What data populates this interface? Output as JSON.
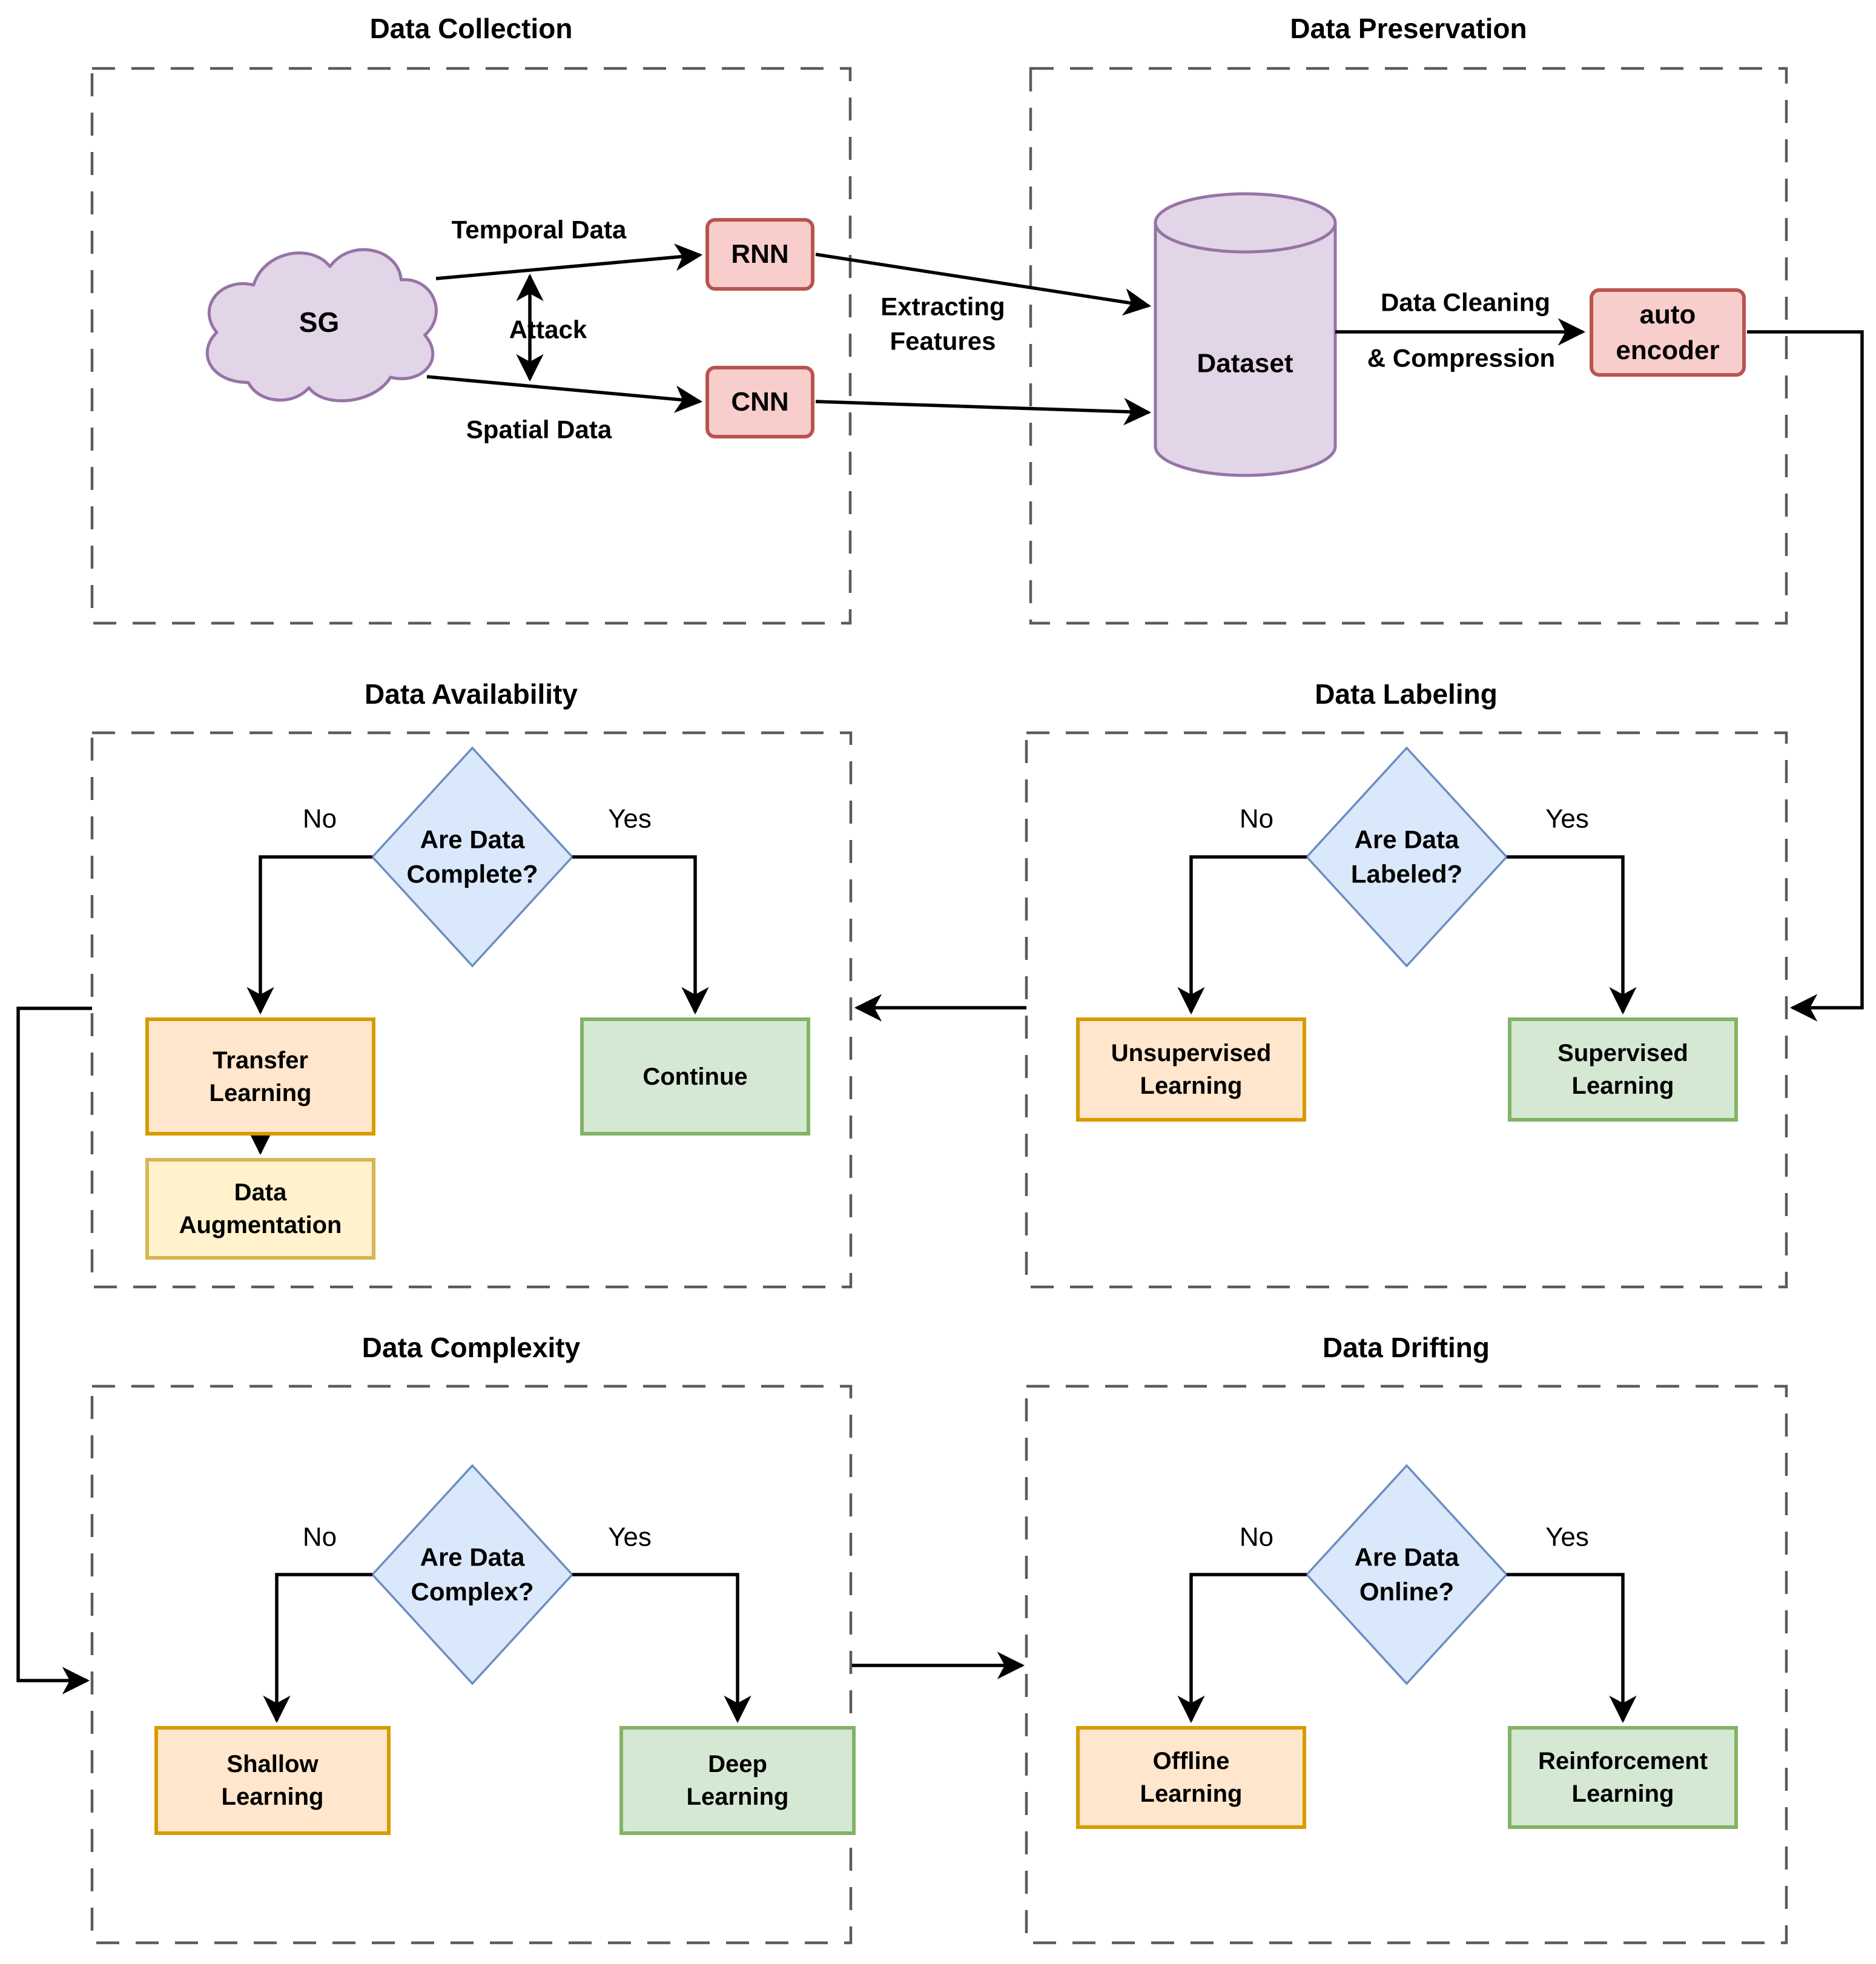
{
  "colors": {
    "purple-fill": "#E1D5E7",
    "purple-stroke": "#9673A6",
    "pink-fill": "#F8CECC",
    "pink-stroke": "#B85450",
    "blue-fill": "#DAE8FC",
    "blue-stroke": "#6C8EBF",
    "orange-fill": "#FFE6CC",
    "orange-stroke": "#D79B00",
    "yellow-fill": "#FFF2CC",
    "yellow-stroke": "#D6B656",
    "green-fill": "#D5E8D4",
    "green-stroke": "#82B366",
    "line": "#000000",
    "dashed-border": "#5b5b5b"
  },
  "branch_labels": {
    "no": "No",
    "yes": "Yes"
  },
  "flow": {
    "extracting_features": "Extracting Features"
  },
  "sections": {
    "data_collection": {
      "title": "Data Collection",
      "nodes": {
        "sg": "SG",
        "rnn": "RNN",
        "cnn": "CNN"
      },
      "edge_labels": {
        "temporal": "Temporal Data",
        "attack": "Attack",
        "spatial": "Spatial Data"
      }
    },
    "data_preservation": {
      "title": "Data Preservation",
      "nodes": {
        "dataset": "Dataset",
        "auto_encoder": "auto encoder"
      },
      "edge_labels": {
        "cleaning_line1": "Data Cleaning",
        "cleaning_line2": "& Compression"
      }
    },
    "data_availability": {
      "title": "Data Availability",
      "decision": "Are Data Complete?",
      "no_box": "Transfer Learning",
      "yes_box": "Continue",
      "extra_box": "Data Augmentation"
    },
    "data_labeling": {
      "title": "Data Labeling",
      "decision": "Are Data Labeled?",
      "no_box": "Unsupervised Learning",
      "yes_box": "Supervised Learning"
    },
    "data_complexity": {
      "title": "Data Complexity",
      "decision": "Are Data Complex?",
      "no_box": "Shallow Learning",
      "yes_box": "Deep Learning"
    },
    "data_drifting": {
      "title": "Data Drifting",
      "decision": "Are Data Online?",
      "no_box": "Offline Learning",
      "yes_box": "Reinforcement Learning"
    }
  }
}
